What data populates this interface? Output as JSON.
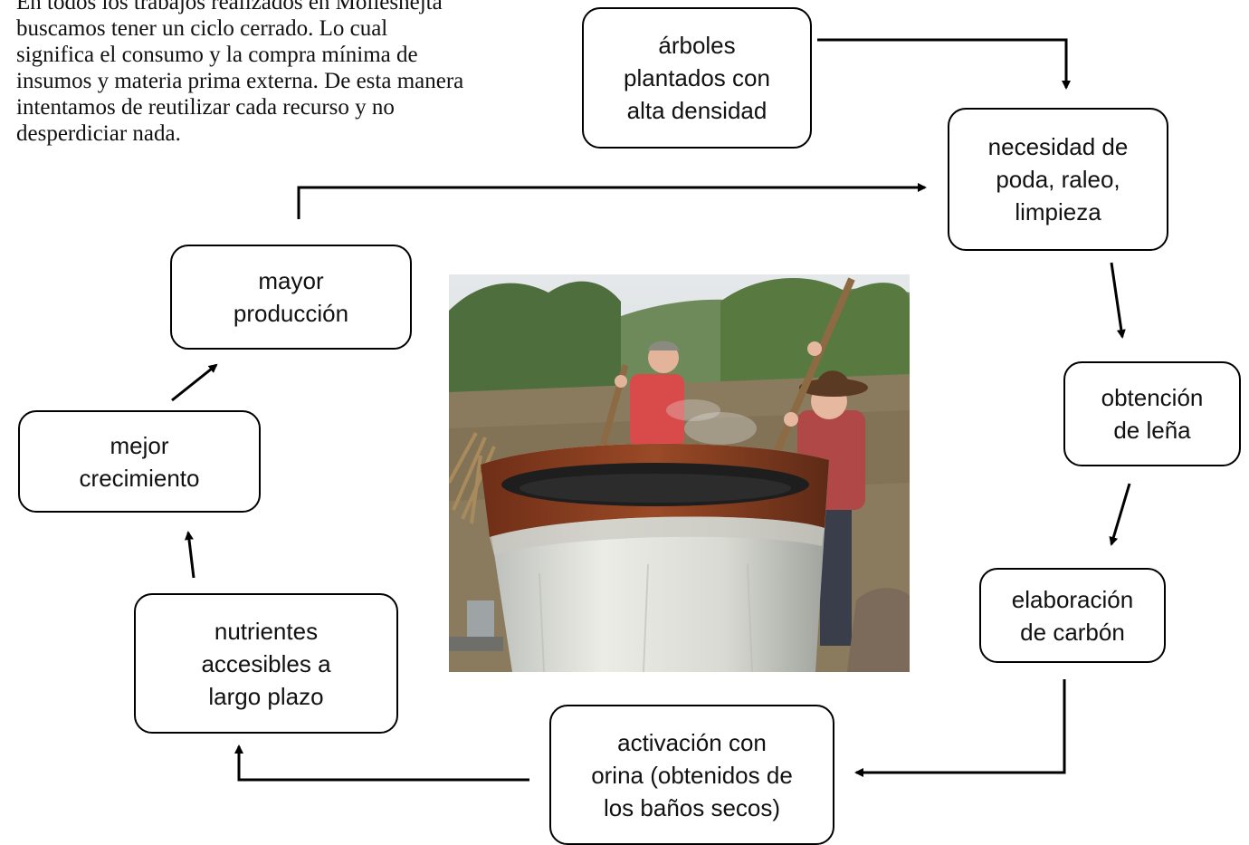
{
  "intro": {
    "lines": [
      "En todos los trabajos realizados en Mollesnejta",
      "buscamos tener un ciclo cerrado. Lo cual",
      "significa el consumo y la compra mínima de",
      "insumos y materia prima externa. De esta manera",
      "intentamos de reutilizar cada recurso y no",
      "desperdiciar nada."
    ]
  },
  "cycle": {
    "arboles": [
      "árboles",
      "plantados con",
      "alta densidad"
    ],
    "poda": [
      "necesidad de",
      "poda, raleo,",
      "limpieza"
    ],
    "lena": [
      "obtención",
      "de leña"
    ],
    "carbon": [
      "elaboración",
      "de carbón"
    ],
    "activacion": [
      "activación con",
      "orina (obtenidos de",
      "los baños secos)"
    ],
    "nutrientes": [
      "nutrientes",
      "accesibles a",
      "largo plazo"
    ],
    "crecimiento": [
      "mejor",
      "crecimiento"
    ],
    "produccion": [
      "mayor",
      "producción"
    ]
  },
  "colors": {
    "box_border": "#000000",
    "arrow": "#000000",
    "shirt": "#d94a4a",
    "rust": "#8a3f22",
    "barrel": "#dcdcd6"
  },
  "photo": {
    "subject": "two people stirring charcoal in a large metal barrel"
  }
}
